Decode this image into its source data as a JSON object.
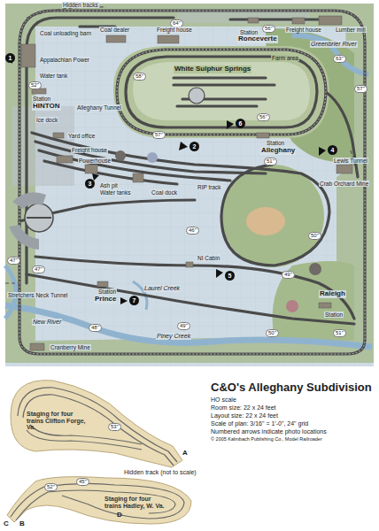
{
  "diagram": {
    "title": "C&O's Alleghany Subdivision",
    "labels": [
      "64\"",
      "56\"",
      "Station",
      "Ronceverte",
      "Freight house",
      "Lumber mill",
      "Greenbrier River",
      "Farm area",
      "White Sulphur Springs",
      "Coal dealer",
      "Freight house",
      "Hidden tracks",
      "Coal unloading barn",
      "1",
      "Appalachian Power",
      "Water tank",
      "52\"",
      "Station",
      "HINTON",
      "Alleghany Tunnel",
      "58\"",
      "57\"",
      "2",
      "Ice dock",
      "Yard office",
      "Freight house",
      "Powerhouse",
      "3",
      "Ash pit",
      "Water tanks",
      "Coal dock",
      "RIP track",
      "51\"",
      "6",
      "56\"",
      "Station",
      "Alleghany",
      "4",
      "Lewis Tunnel",
      "63\"",
      "57\"",
      "Crab Orchard Mine",
      "50\"",
      "5",
      "NI Cabin",
      "46\"",
      "49\"",
      "Raleigh",
      "Station",
      "51\"",
      "50\"",
      "49\"",
      "Piney Creek",
      "48\"",
      "7",
      "Laurel Creek",
      "Station",
      "Prince",
      "Stretchers Neck Tunnel",
      "New River",
      "Cranberry Mine",
      "47\"",
      "47\"",
      "HO scale",
      "Room size: 22 x 24 feet",
      "Layout size: 22 x 24 feet",
      "Scale of plan: 3/16\" = 1'-0\", 24\" grid",
      "Numbered arrows indicate photo locations",
      "© 2005 Kalmbach Publishing Co., Model Railroader",
      "Staging for four trains Clifton Forge, Va.",
      "53\"",
      "A",
      "Hidden track (not to scale)",
      "52\"",
      "45\"",
      "Staging for four trains Hadley, W. Va.",
      "D",
      "C",
      "B"
    ]
  }
}
